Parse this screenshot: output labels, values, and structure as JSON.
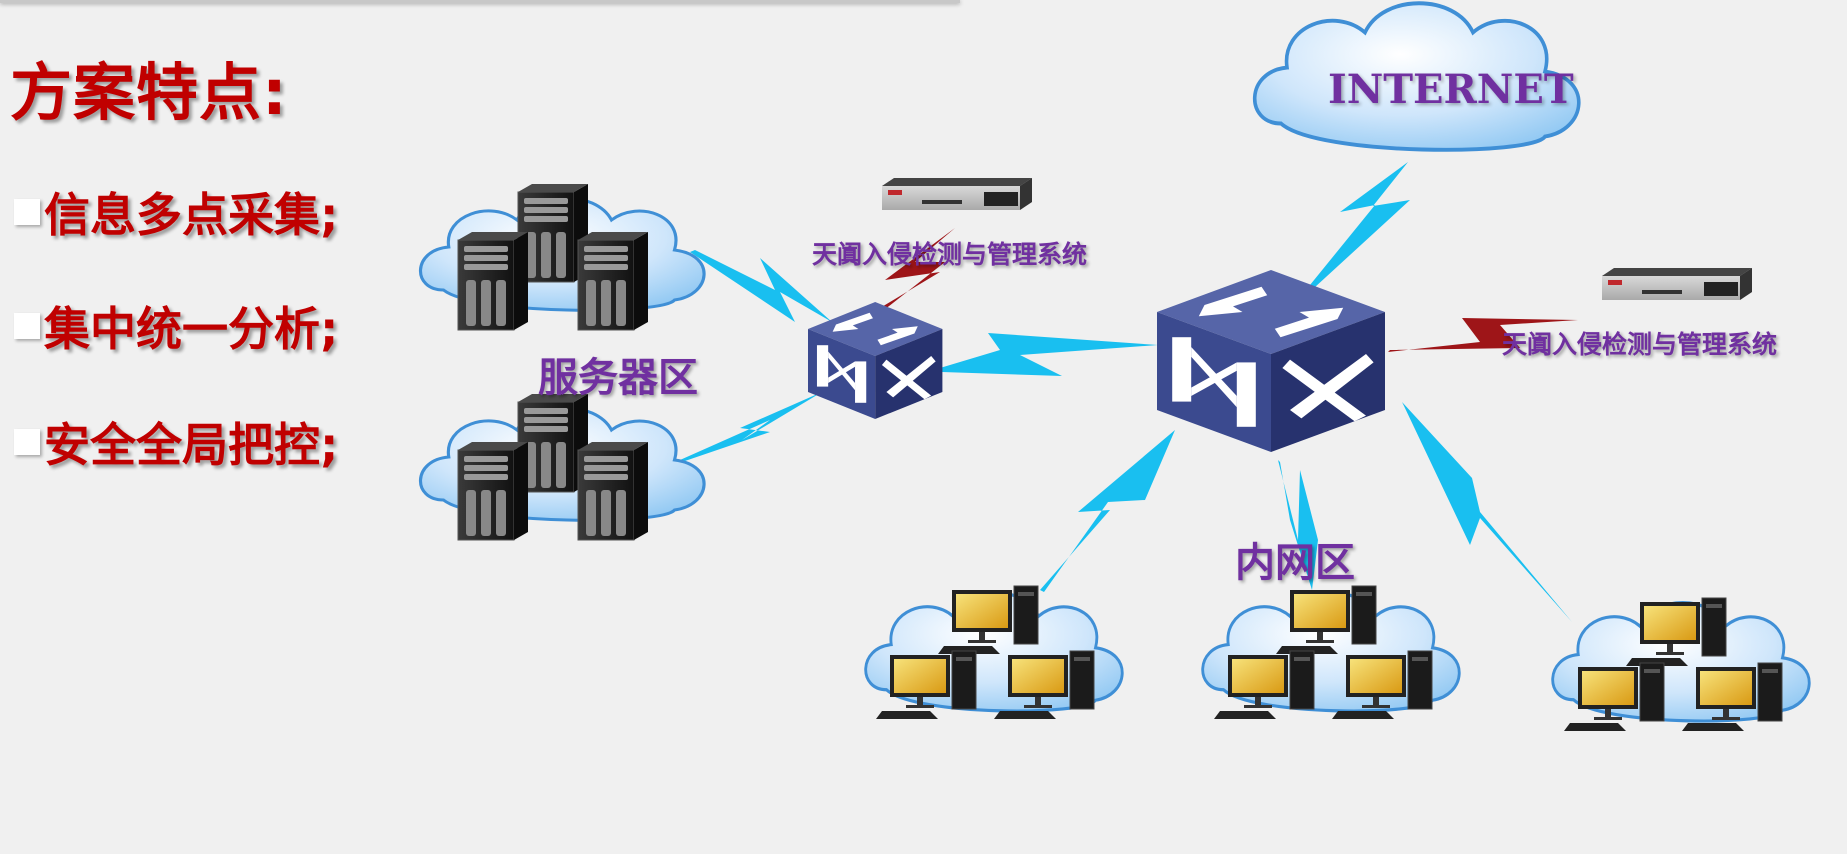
{
  "slide": {
    "title": "方案特点:",
    "bullets": [
      {
        "text": "信息多点采集;"
      },
      {
        "text": "集中统一分析;"
      },
      {
        "text": "安全全局把控;"
      }
    ]
  },
  "diagram": {
    "internet_label": "INTERNET",
    "server_zone_label": "服务器区",
    "intranet_zone_label": "内网区",
    "ids_label_1": "天阗入侵检测与管理系统",
    "ids_label_2": "天阗入侵检测与管理系统"
  },
  "colors": {
    "title_red": "#c00000",
    "label_purple": "#7030a0",
    "link_cyan": "#19bff0",
    "ids_link_red": "#9e1518",
    "switch_blue": "#3b4a8f",
    "background": "#f0f0f0"
  }
}
